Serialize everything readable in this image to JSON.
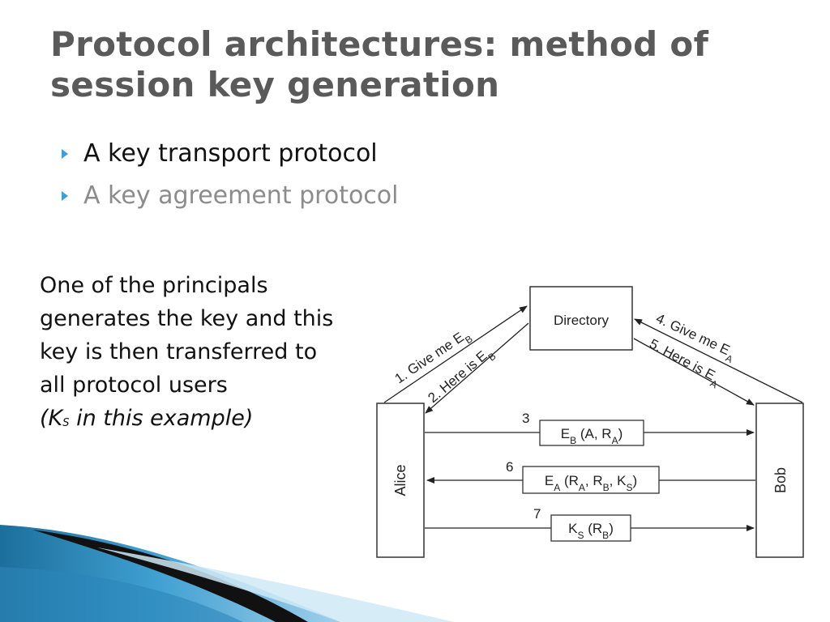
{
  "slide": {
    "title": "Protocol architectures: method of session key generation",
    "bullets": [
      {
        "text": "A key transport protocol",
        "active": true
      },
      {
        "text": "A key agreement protocol",
        "active": false
      }
    ],
    "description": {
      "main": "One of the principals generates the key and this key is then transferred to all protocol users",
      "note_prefix": "(K",
      "note_sub": "S",
      "note_suffix": " in this example)"
    }
  },
  "diagram": {
    "nodes": {
      "directory": "Directory",
      "alice": "Alice",
      "bob": "Bob"
    },
    "messages": {
      "m1": {
        "main": "1. Give me E",
        "sub": "B"
      },
      "m2": {
        "main": "2. Here is E",
        "sub": "B"
      },
      "m4": {
        "main": "4. Give me E",
        "sub": "A"
      },
      "m5": {
        "main": "5. Here is E",
        "sub": "A"
      },
      "m3": {
        "num": "3",
        "p1": "E",
        "s1": "B",
        "p2": " (A, R",
        "s2": "A",
        "p3": ")"
      },
      "m6": {
        "num": "6",
        "p1": "E",
        "s1": "A",
        "p2": " (R",
        "s2": "A",
        "p3": ", R",
        "s3": "B",
        "p4": ", K",
        "s4": "S",
        "p5": ")"
      },
      "m7": {
        "num": "7",
        "p1": "K",
        "s1": "S",
        "p2": " (R",
        "s2": "B",
        "p3": ")"
      }
    }
  },
  "colors": {
    "accent": "#3f9fd1",
    "title": "#5a5a5a",
    "inactive": "#8c8c8c",
    "deco_blue_dark": "#1c6f9c",
    "deco_blue_light": "#9fd0ea"
  }
}
